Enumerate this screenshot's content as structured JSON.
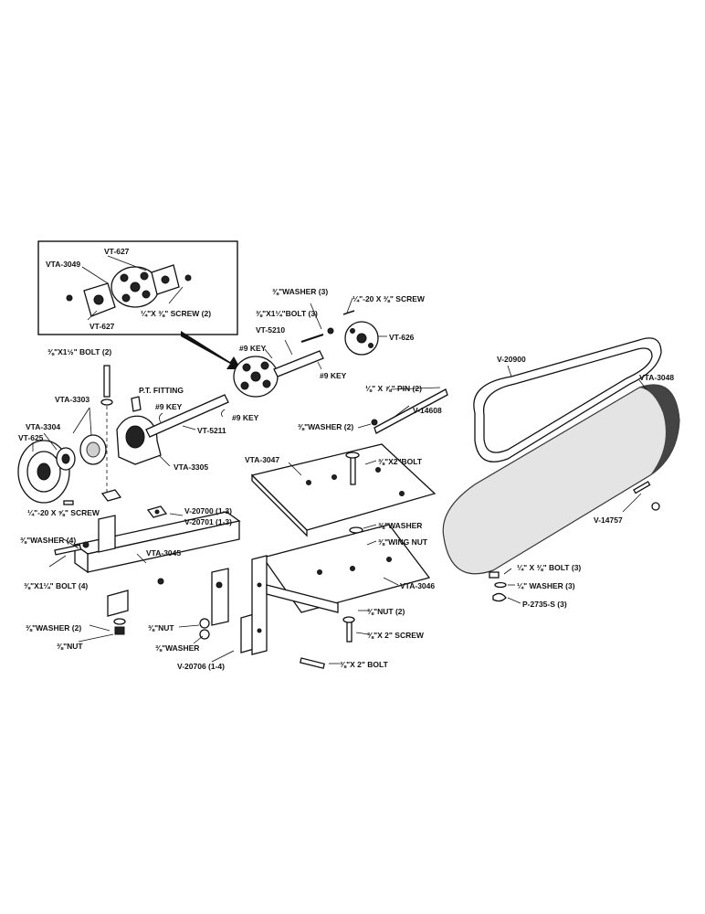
{
  "labels": {
    "vt627_top": "VT-627",
    "vta3049": "VTA-3049",
    "vt627_bottom": "VT-627",
    "screw_inset": "¼\"X ⅜\" SCREW (2)",
    "washer3_top": "⅜\"WASHER (3)",
    "screw_20x38": "¼\"-20 X ⅜\" SCREW",
    "bolt_x1_3": "⅜\"X1¼\"BOLT (3)",
    "vt5210": "VT-5210",
    "vt626": "VT-626",
    "key9_a": "#9 KEY",
    "key9_b": "#9 KEY",
    "key9_c": "#9 KEY",
    "key9_d": "#9 KEY",
    "bolt_x1_2": "⅜\"X1½\" BOLT (2)",
    "pt_fitting": "P.T. FITTING",
    "vta3303": "VTA-3303",
    "vta3304": "VTA-3304",
    "vt625": "VT-625",
    "vt5211": "VT-5211",
    "vta3305": "VTA-3305",
    "screw_20x58": "¼\"-20 X ⅝\" SCREW",
    "washer4": "⅜\"WASHER (4)",
    "bolt_x1_4": "⅜\"X1¼\" BOLT (4)",
    "vta3045": "VTA-3045",
    "v20700": "V-20700 (1-3)",
    "v20701": "V-20701 (1-3)",
    "washer2_left": "⅜\"WASHER (2)",
    "nut_left": "⅜\"NUT",
    "nut_mid": "⅜\"NUT",
    "washer_mid": "⅜\"WASHER",
    "v20706": "V-20706 (1-4)",
    "pin2": "⅛\" X ⅞\" PIN (2)",
    "v14608": "V-14608",
    "washer2_mid": "⅜\"WASHER (2)",
    "vta3047": "VTA-3047",
    "bolt_x2": "⅜\"X2\"BOLT",
    "washer_wing": "⅜\"WASHER",
    "wing_nut": "⅜\"WING NUT",
    "vta3046": "VTA-3046",
    "nut2": "⅜\"NUT (2)",
    "screw_x2": "⅜\"X 2\" SCREW",
    "bolt_x2_bottom": "⅜\"X 2\" BOLT",
    "v20900": "V-20900",
    "vta3048": "VTA-3048",
    "v14757": "V-14757",
    "bolt_38_3": "¼\" X ⅜\" BOLT (3)",
    "washer3_right": "¼\" WASHER (3)",
    "p2735": "P-2735-S (3)"
  }
}
